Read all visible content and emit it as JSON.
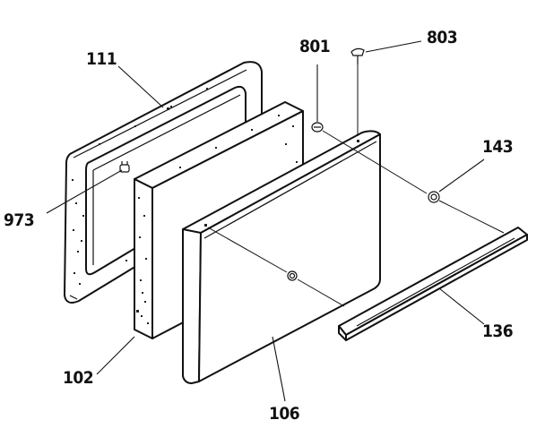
{
  "callouts": {
    "frame": "111",
    "insulation_pad": "102",
    "door_panel": "106",
    "screw_801": "801",
    "screw_803": "803",
    "plug_143": "143",
    "handle_trim": "136",
    "clip_973": "973"
  }
}
